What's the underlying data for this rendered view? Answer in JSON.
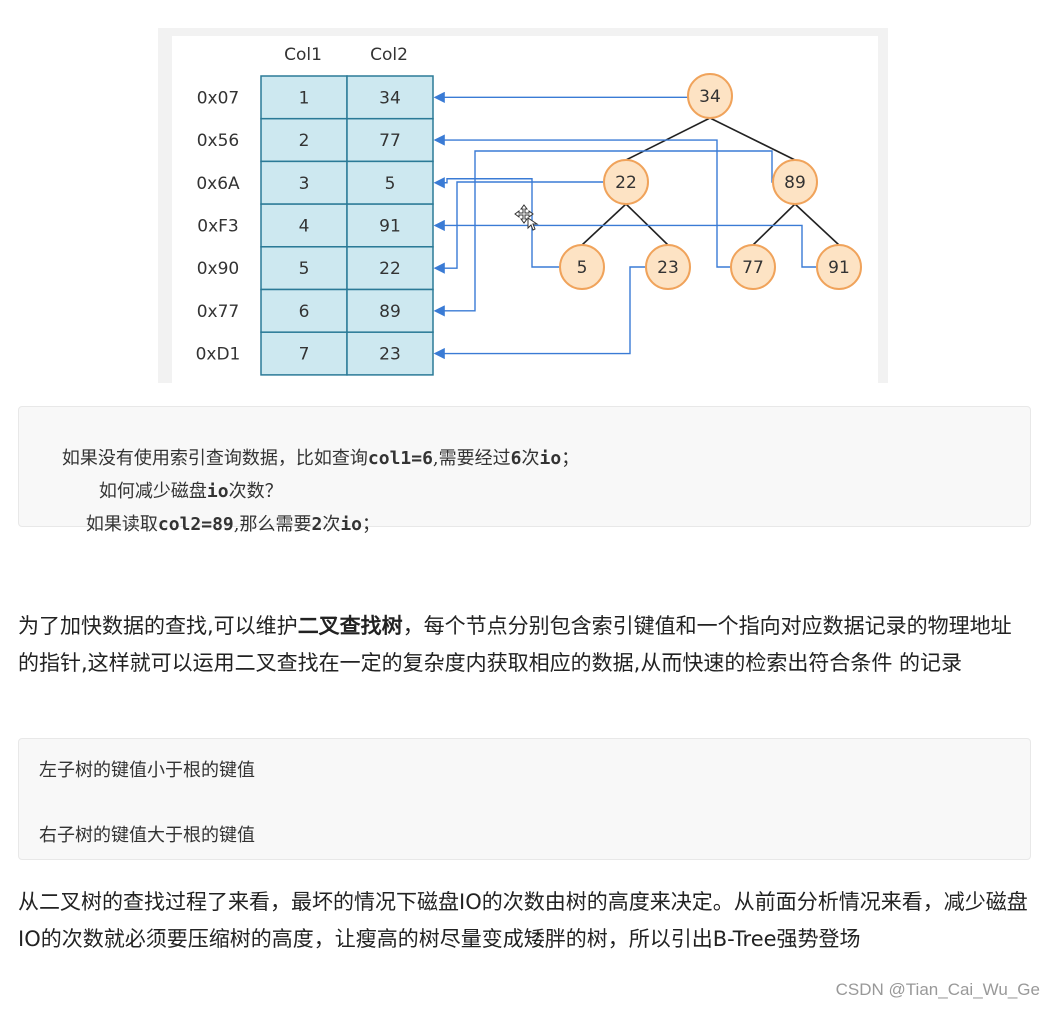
{
  "figure": {
    "col_headers": [
      "Col1",
      "Col2"
    ],
    "rows": [
      {
        "addr": "0x07",
        "col1": "1",
        "col2": "34"
      },
      {
        "addr": "0x56",
        "col1": "2",
        "col2": "77"
      },
      {
        "addr": "0x6A",
        "col1": "3",
        "col2": "5"
      },
      {
        "addr": "0xF3",
        "col1": "4",
        "col2": "91"
      },
      {
        "addr": "0x90",
        "col1": "5",
        "col2": "22"
      },
      {
        "addr": "0x77",
        "col1": "6",
        "col2": "89"
      },
      {
        "addr": "0xD1",
        "col1": "7",
        "col2": "23"
      }
    ],
    "tree_nodes": [
      "34",
      "22",
      "89",
      "5",
      "23",
      "77",
      "91"
    ],
    "colors": {
      "cell_fill": "#cde8f0",
      "cell_border": "#2b7a97",
      "node_fill": "#fde3c4",
      "node_border": "#f0a35b",
      "arrow": "#3a7bd5",
      "edge": "#222222"
    }
  },
  "code_block_1": {
    "line1_pre": "如果没有使用索引查询数据，比如查询",
    "line1_code": "col1=6",
    "line1_mid": ",需要经过",
    "line1_num": "6",
    "line1_post1": "次",
    "line1_code2": "io",
    "line1_post2": "；",
    "line2_pre": "如何减少磁盘",
    "line2_code": "io",
    "line2_post": "次数？",
    "line3_pre": "如果读取",
    "line3_code": "col2=89",
    "line3_mid": ",那么需要",
    "line3_num": "2",
    "line3_post1": "次",
    "line3_code2": "io",
    "line3_post2": "；"
  },
  "paragraph_1": {
    "pre": "为了加快数据的查找,可以维护",
    "bold": "二叉查找树",
    "post": "，每个节点分别包含索引键值和一个指向对应数据记录的物理地址的指针,这样就可以运用二叉查找在一定的复杂度内获取相应的数据,从而快速的检索出符合条件 的记录"
  },
  "code_block_2": {
    "line1": "左子树的键值小于根的键值",
    "line2": "右子树的键值大于根的键值"
  },
  "paragraph_2": {
    "text": "从二叉树的查找过程了来看，最坏的情况下磁盘IO的次数由树的高度来决定。从前面分析情况来看，减少磁盘IO的次数就必须要压缩树的高度，让瘦高的树尽量变成矮胖的树，所以引出B-Tree强势登场"
  },
  "watermark": "CSDN @Tian_Cai_Wu_Ge"
}
